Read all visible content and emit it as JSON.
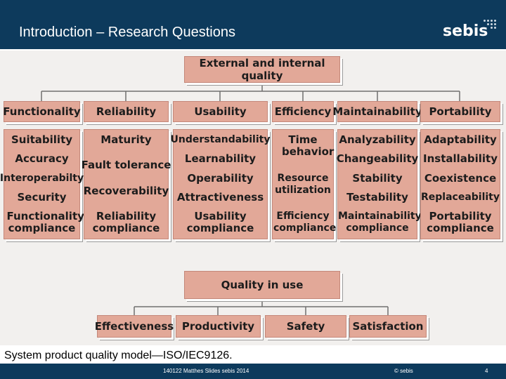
{
  "slide": {
    "title": "Introduction – Research Questions",
    "logo_text": "sebis",
    "caption": "System product quality model—ISO/IEC9126."
  },
  "diagram": {
    "root": "External and internal quality",
    "categories": [
      {
        "label": "Functionality",
        "subs": [
          "Suitability",
          "Accuracy",
          "Interoperabilty",
          "Security",
          "Functionality compliance"
        ]
      },
      {
        "label": "Reliability",
        "subs": [
          "Maturity",
          "Fault tolerance",
          "Recoverability",
          "Reliability compliance"
        ]
      },
      {
        "label": "Usability",
        "subs": [
          "Understandability",
          "Learnability",
          "Operability",
          "Attractiveness",
          "Usability compliance"
        ]
      },
      {
        "label": "Efficiency",
        "subs": [
          "Time behavior",
          "Resource utilization",
          "Efficiency compliance"
        ]
      },
      {
        "label": "Maintainability",
        "subs": [
          "Analyzability",
          "Changeability",
          "Stability",
          "Testability",
          "Maintainability compliance"
        ]
      },
      {
        "label": "Portability",
        "subs": [
          "Adaptability",
          "Installability",
          "Coexistence",
          "Replaceability",
          "Portability compliance"
        ]
      }
    ],
    "use_root": "Quality in use",
    "use_categories": [
      "Effectiveness",
      "Productivity",
      "Safety",
      "Satisfaction"
    ],
    "box_fill": "#e2a898",
    "line_color": "#6f6f6f"
  },
  "footer": {
    "left": "140122 Matthes Slides sebis 2014",
    "middle": "© sebis",
    "page": "4"
  },
  "colors": {
    "header_bg": "#0d3a5c",
    "figure_bg": "#f2f0ee"
  }
}
